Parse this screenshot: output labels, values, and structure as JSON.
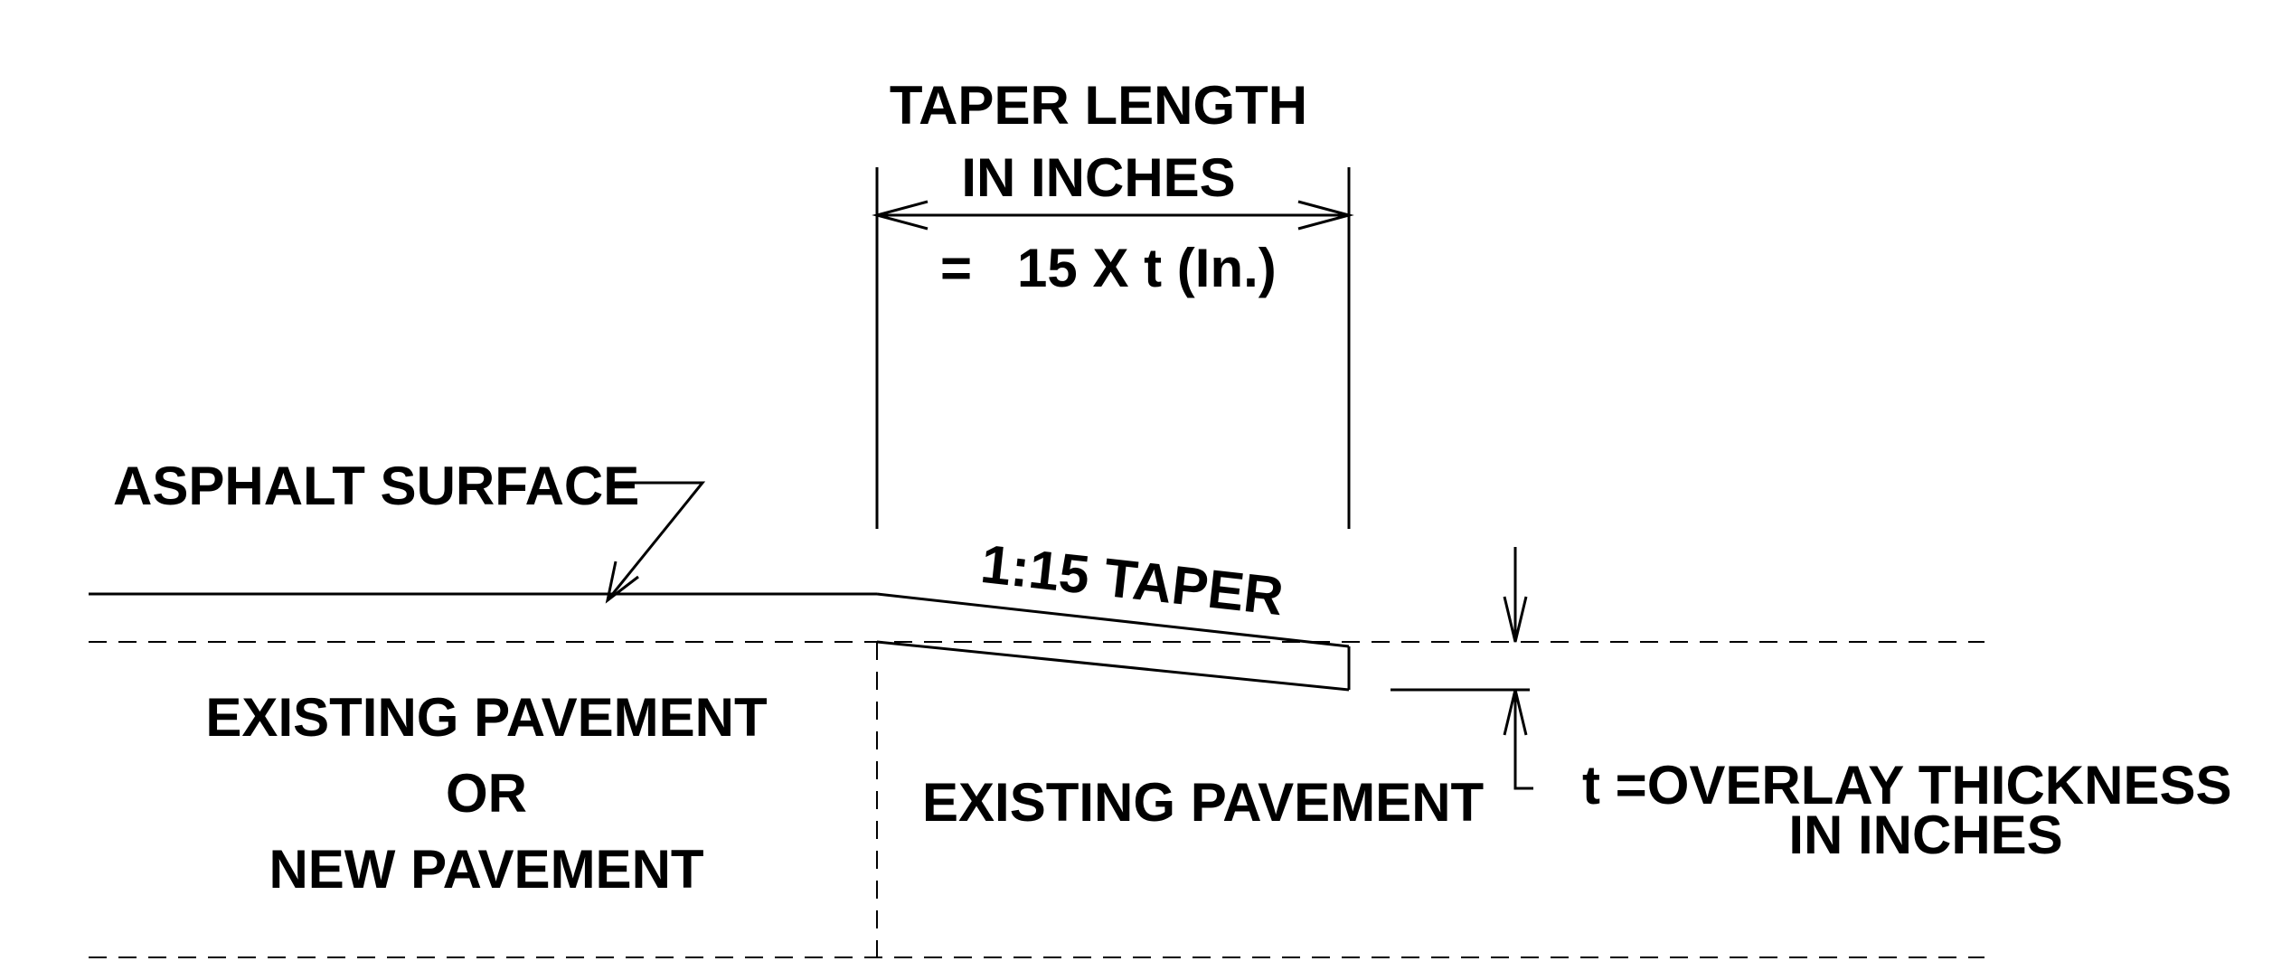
{
  "labels": {
    "taper_length_line1": "TAPER LENGTH",
    "taper_length_line2": "IN INCHES",
    "taper_formula": "=   15 X t (In.)",
    "asphalt_surface": "ASPHALT SURFACE",
    "taper_ratio": "1:15 TAPER",
    "left_area_line1": "EXISTING PAVEMENT",
    "left_area_line2": "OR",
    "left_area_line3": "NEW PAVEMENT",
    "right_area": "EXISTING PAVEMENT",
    "thickness_line1": "t =OVERLAY THICKNESS",
    "thickness_line2": "IN INCHES"
  }
}
